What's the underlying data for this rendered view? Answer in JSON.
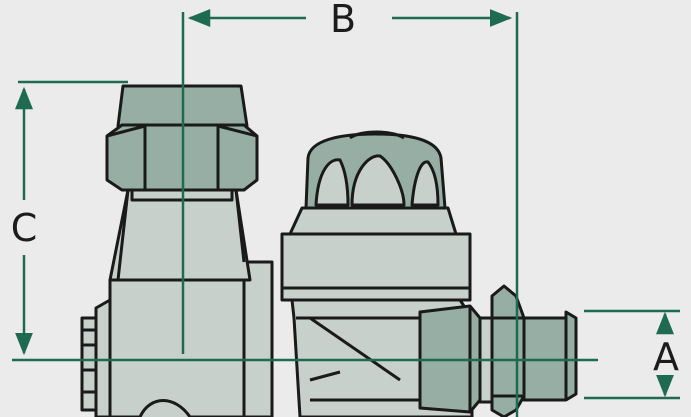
{
  "dimensions": {
    "a_label": "A",
    "b_label": "B",
    "c_label": "C"
  },
  "colors": {
    "background": "#ebebeb",
    "body_fill": "#c8d0cc",
    "body_shade": "#b4beba",
    "nut_fill": "#96aea3",
    "nut_shade": "#7e978c",
    "outline": "#1a1a1a",
    "dimension_line": "#1f6b52"
  }
}
